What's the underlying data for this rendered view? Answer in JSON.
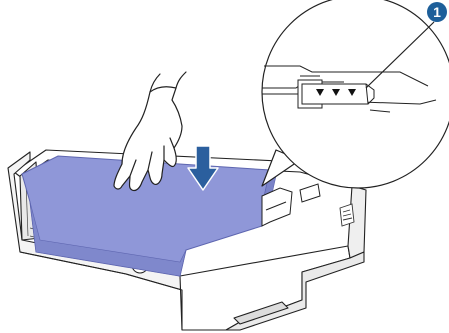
{
  "figure": {
    "callout": {
      "number": "1",
      "badge_color": "#1d5f9a",
      "text_color": "#ffffff"
    },
    "colors": {
      "paper": "#8f97d8",
      "paper_edge": "#5e66b0",
      "arrow": "#2b5f9e",
      "outline": "#222222",
      "tray_face": "#ffffff",
      "tray_shade": "#e9e9e9"
    },
    "icons": {
      "hand": "hand-icon",
      "arrow": "down-arrow-icon",
      "magnifier": "magnifier-circle",
      "marks": "max-paper-mark-triangles"
    }
  }
}
